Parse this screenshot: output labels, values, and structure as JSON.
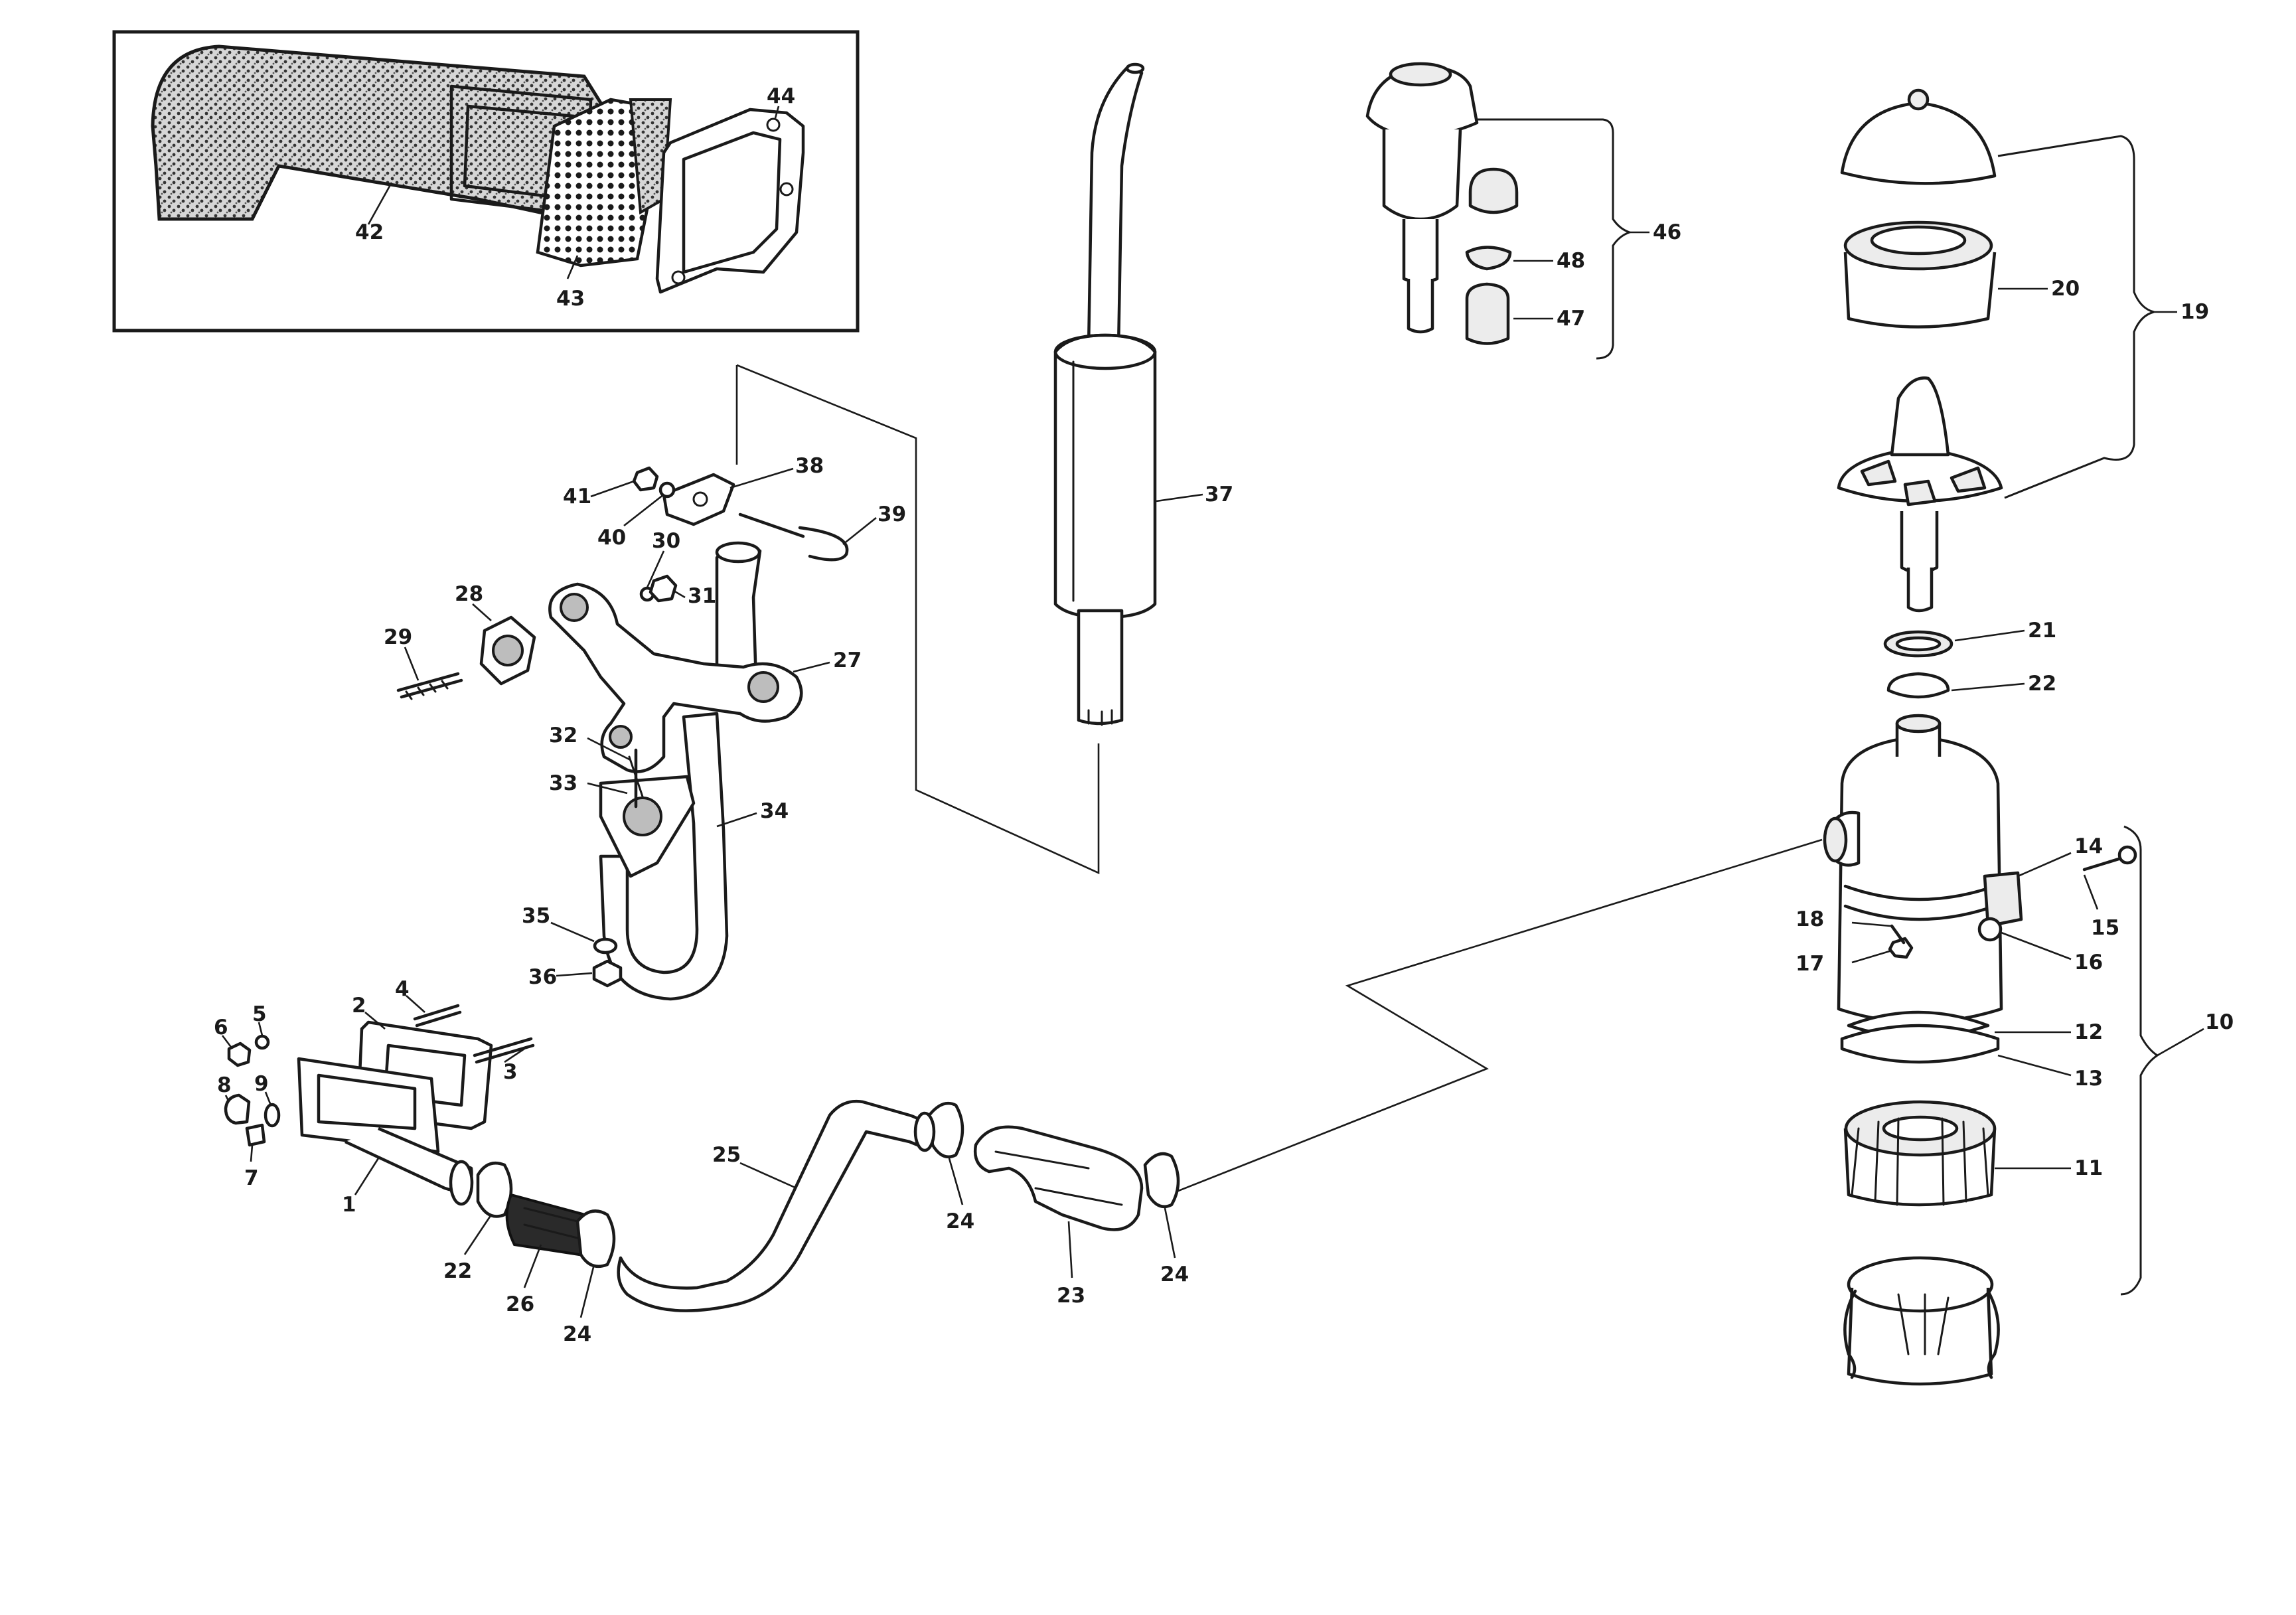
{
  "diagram": {
    "type": "exploded parts diagram",
    "callouts": {
      "p1": "1",
      "p2": "2",
      "p3": "3",
      "p4": "4",
      "p5": "5",
      "p6": "6",
      "p7": "7",
      "p8": "8",
      "p9": "9",
      "p10": "10",
      "p11": "11",
      "p12": "12",
      "p13": "13",
      "p14": "14",
      "p15": "15",
      "p16": "16",
      "p17": "17",
      "p18": "18",
      "p19": "19",
      "p20": "20",
      "p21": "21",
      "p22a": "22",
      "p22b": "22",
      "p23": "23",
      "p24a": "24",
      "p24b": "24",
      "p24c": "24",
      "p25": "25",
      "p26": "26",
      "p27": "27",
      "p28": "28",
      "p29": "29",
      "p30": "30",
      "p31": "31",
      "p32": "32",
      "p33": "33",
      "p34": "34",
      "p35": "35",
      "p36": "36",
      "p37": "37",
      "p38": "38",
      "p39": "39",
      "p40": "40",
      "p41": "41",
      "p42": "42",
      "p43": "43",
      "p44": "44",
      "p46": "46",
      "p47": "47",
      "p48": "48"
    }
  }
}
